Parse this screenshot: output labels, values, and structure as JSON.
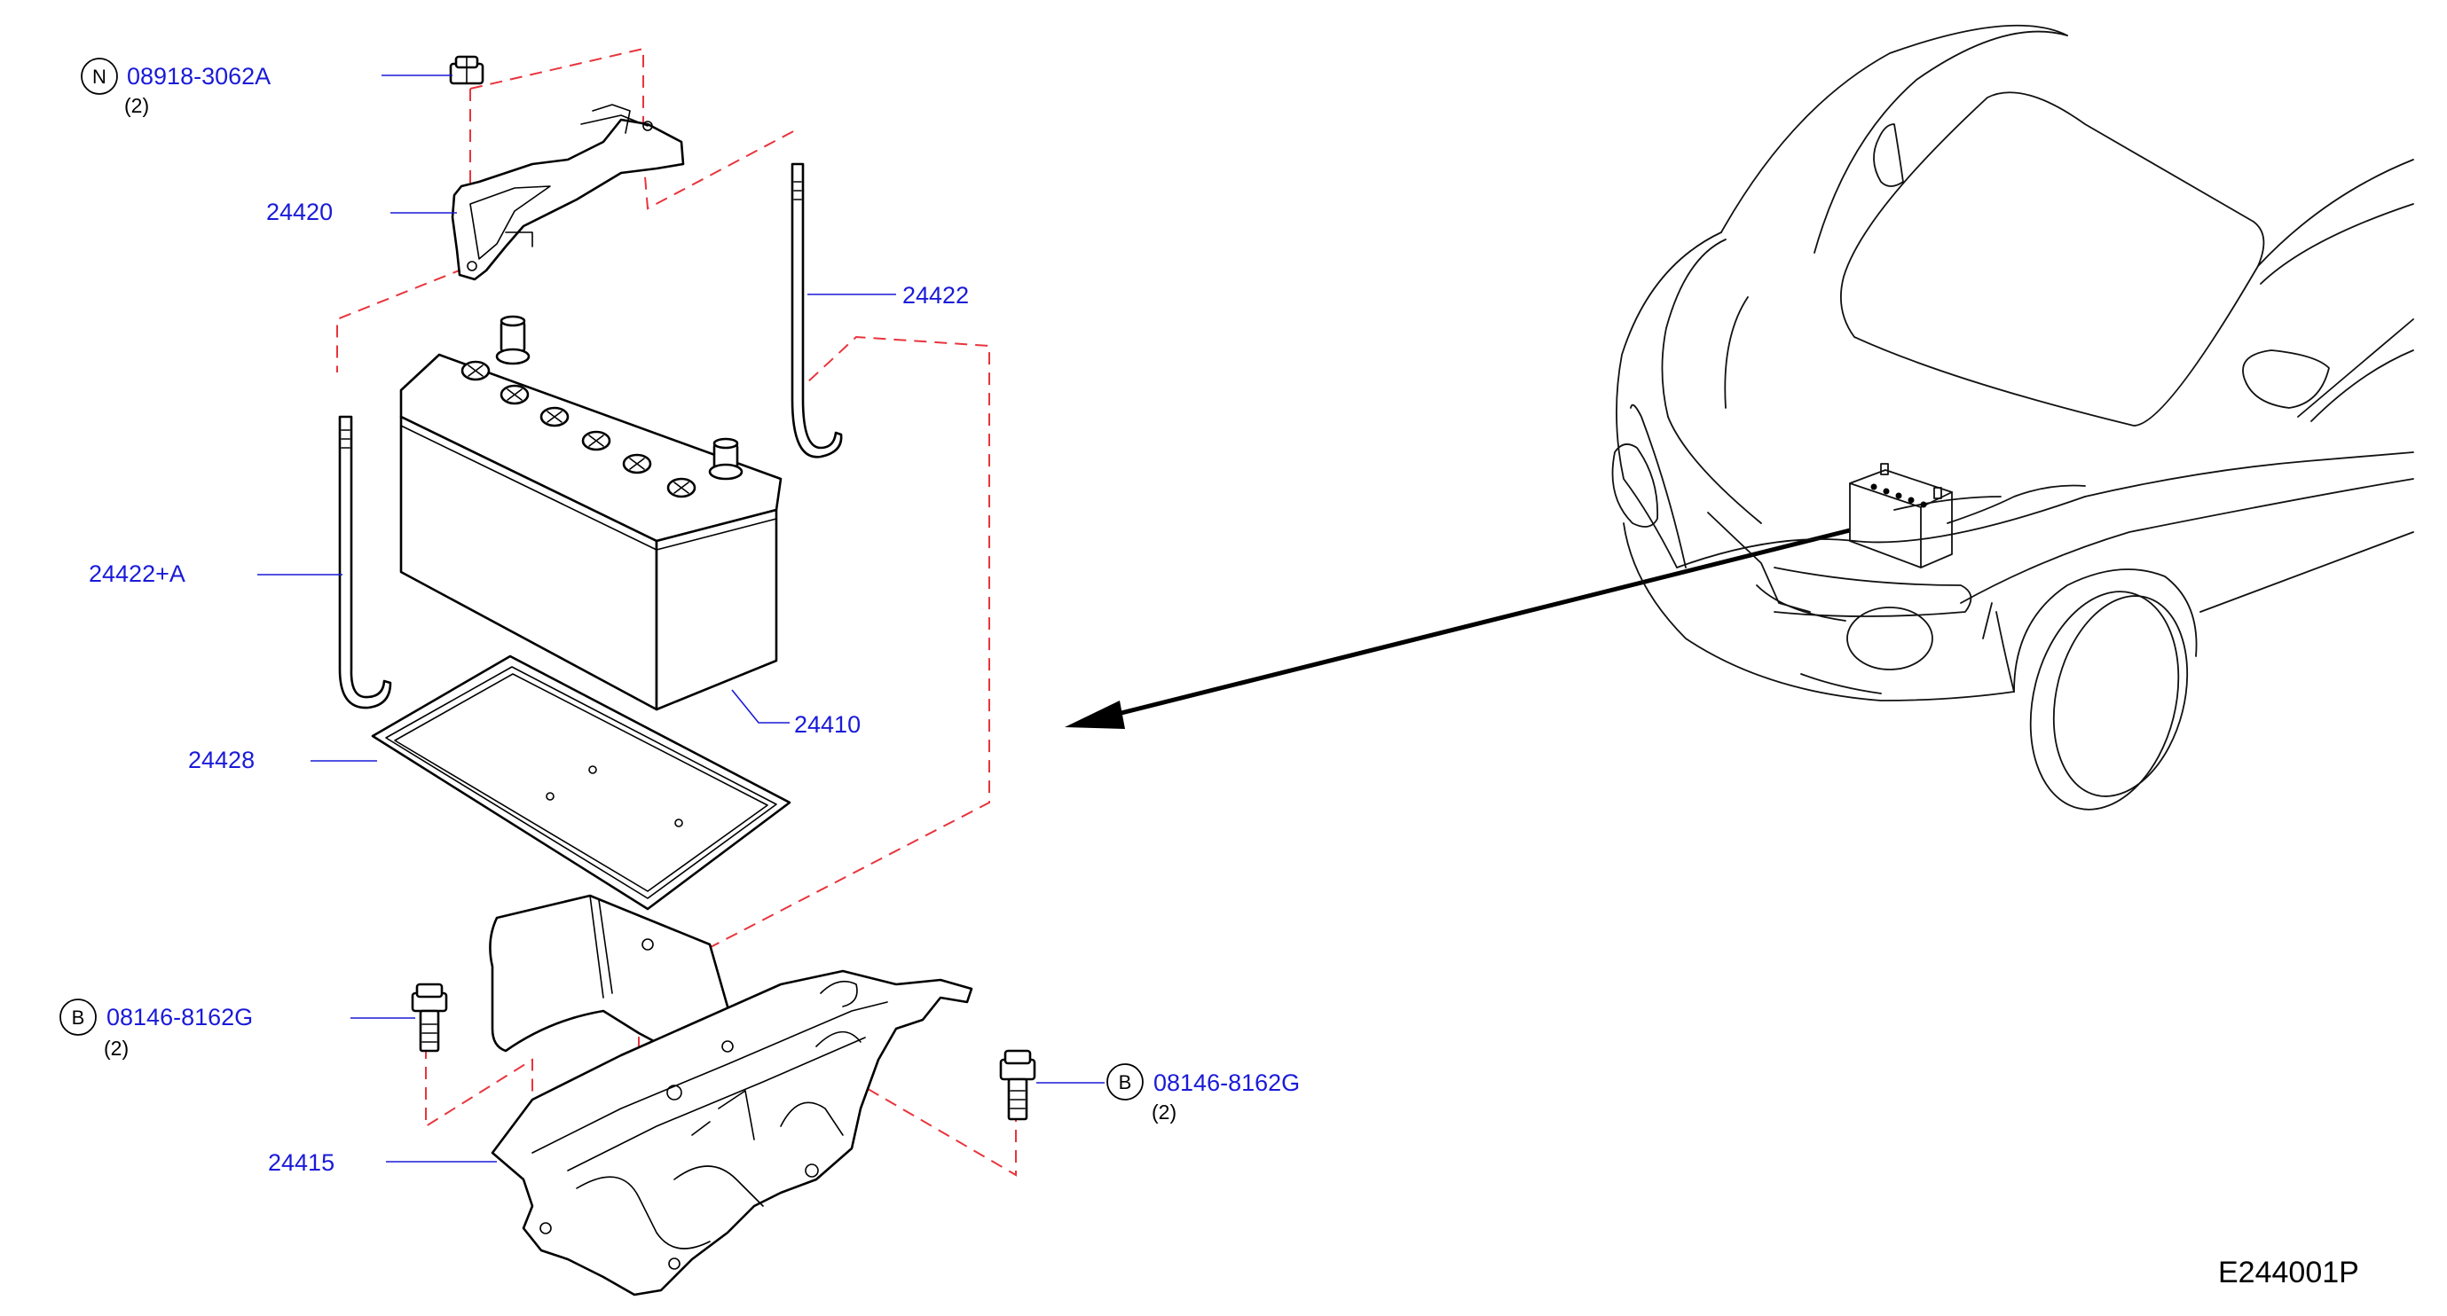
{
  "parts": {
    "nut": {
      "symbol": "N",
      "part_no": "08918-3062A",
      "qty": "(2)"
    },
    "bolt_left": {
      "symbol": "B",
      "part_no": "08146-8162G",
      "qty": "(2)"
    },
    "bolt_right": {
      "symbol": "B",
      "part_no": "08146-8162G",
      "qty": "(2)"
    },
    "frame": "24420",
    "rod": "24422",
    "rod_a": "24422+A",
    "battery": "24410",
    "tray": "24428",
    "support": "24415"
  },
  "figure_code": "E244001P",
  "colors": {
    "label": "#1a1ad9",
    "phantom_line": "#e8343c",
    "line": "#000000"
  }
}
